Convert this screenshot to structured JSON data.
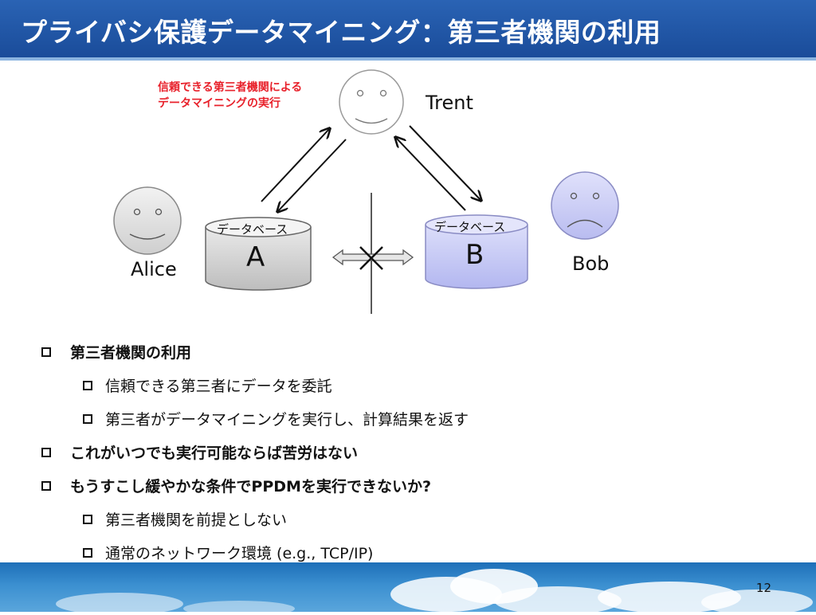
{
  "slide": {
    "title": "プライバシ保護データマイニング：第三者機関の利用",
    "page_number": "12"
  },
  "diagram": {
    "note_line1": "信頼できる第三者機関による",
    "note_line2": "データマイニングの実行",
    "trent_label": "Trent",
    "alice_label": "Alice",
    "bob_label": "Bob",
    "db_a_caption": "データベース",
    "db_a_letter": "A",
    "db_b_caption": "データベース",
    "db_b_letter": "B"
  },
  "bullets": [
    {
      "text": "第三者機関の利用",
      "level": 1
    },
    {
      "text": "信頼できる第三者にデータを委託",
      "level": 2
    },
    {
      "text": "第三者がデータマイニングを実行し、計算結果を返す",
      "level": 2
    },
    {
      "text": "これがいつでも実行可能ならば苦労はない",
      "level": 1
    },
    {
      "text": "もうすこし緩やかな条件でPPDMを実行できないか?",
      "level": 1
    },
    {
      "text": "第三者機関を前提としない",
      "level": 2
    },
    {
      "text": "通常のネットワーク環境 (e.g., TCP/IP)",
      "level": 2
    }
  ],
  "colors": {
    "title_bar": "#1f56a8",
    "note": "#e8212b",
    "db_a_fill": "#d4d4d4",
    "db_b_fill": "#c8caf5",
    "bob_face": "#c8caf5"
  }
}
